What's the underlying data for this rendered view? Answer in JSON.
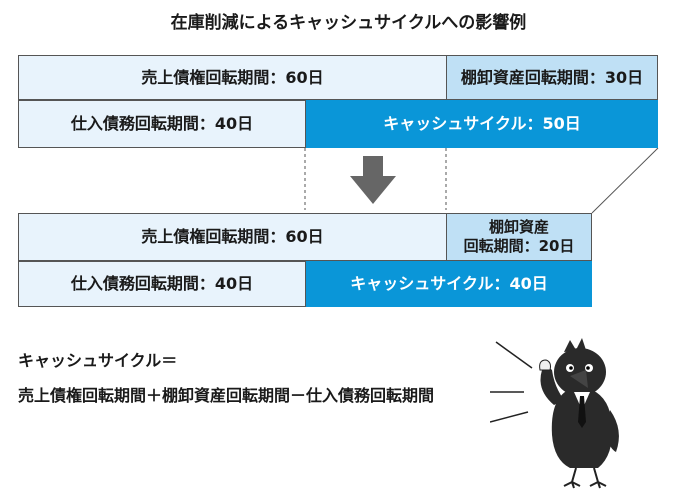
{
  "title": "在庫削減によるキャッシュサイクルへの影響例",
  "before": {
    "receivable": "売上債権回転期間：60日",
    "inventory": "棚卸資産回転期間：30日",
    "payable": "仕入債務回転期間：40日",
    "cash_cycle": "キャッシュサイクル：50日"
  },
  "after": {
    "receivable": "売上債権回転期間：60日",
    "inventory_line1": "棚卸資産",
    "inventory_line2": "回転期間：20日",
    "payable": "仕入債務回転期間：40日",
    "cash_cycle": "キャッシュサイクル：40日"
  },
  "formula": {
    "line1": "キャッシュサイクル＝",
    "line2": "売上債権回転期間＋棚卸資産回転期間－仕入債務回転期間"
  },
  "colors": {
    "light": "#e8f3fc",
    "mid": "#bfe0f5",
    "dark": "#0a96d8",
    "arrow": "#666666"
  },
  "icons": [
    "down-arrow-icon",
    "crow-mascot-icon"
  ]
}
